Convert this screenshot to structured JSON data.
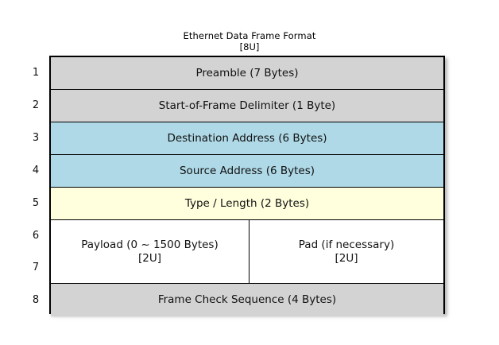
{
  "title": {
    "main": "Ethernet Data Frame Format",
    "sub": "[8U]"
  },
  "row_numbers": [
    "1",
    "2",
    "3",
    "4",
    "5",
    "6",
    "7",
    "8"
  ],
  "colors": {
    "gray": "#d3d3d3",
    "blue": "#afd9e7",
    "yellow": "#ffffdd",
    "white": "#ffffff",
    "border": "#000000",
    "background": "#ffffff"
  },
  "rows": [
    {
      "number": "1",
      "label": "Preamble (7 Bytes)",
      "fill": "gray"
    },
    {
      "number": "2",
      "label": "Start-of-Frame Delimiter (1 Byte)",
      "fill": "gray"
    },
    {
      "number": "3",
      "label": "Destination Address (6 Bytes)",
      "fill": "blue"
    },
    {
      "number": "4",
      "label": "Source Address (6 Bytes)",
      "fill": "blue"
    },
    {
      "number": "5",
      "label": "Type / Length (2 Bytes)",
      "fill": "yellow"
    },
    {
      "number": "6-7",
      "fill": "white",
      "split": true,
      "left": {
        "label": "Payload (0 ~ 1500 Bytes)",
        "sub": "[2U]"
      },
      "right": {
        "label": "Pad (if necessary)",
        "sub": "[2U]"
      }
    },
    {
      "number": "8",
      "label": "Frame Check Sequence (4 Bytes)",
      "fill": "gray"
    }
  ]
}
